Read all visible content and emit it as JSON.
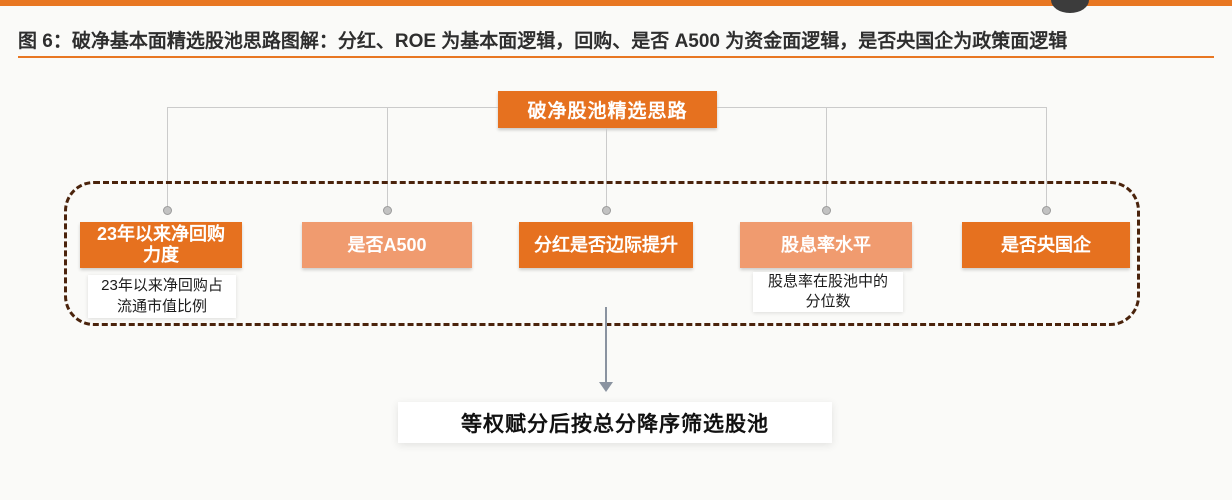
{
  "figure": {
    "title": "图 6：破净基本面精选股池思路图解：分红、ROE 为基本面逻辑，回购、是否 A500 为资金面逻辑，是否央国企为政策面逻辑"
  },
  "colors": {
    "accent_orange": "#E87722",
    "node_dark_orange": "#E6711F",
    "node_light_orange": "#F09B6F",
    "dashed_border_brown": "#4A230C",
    "connector_gray": "#CBCBCB",
    "arrow_gray": "#8A93A0"
  },
  "diagram": {
    "root_label": "破净股池精选思路",
    "branches": [
      {
        "label": "23年以来净回购力度",
        "note": "23年以来净回购占流通市值比例"
      },
      {
        "label": "是否A500"
      },
      {
        "label": "分红是否边际提升"
      },
      {
        "label": "股息率水平",
        "note": "股息率在股池中的分位数"
      },
      {
        "label": "是否央国企"
      }
    ],
    "result_label": "等权赋分后按总分降序筛选股池"
  }
}
